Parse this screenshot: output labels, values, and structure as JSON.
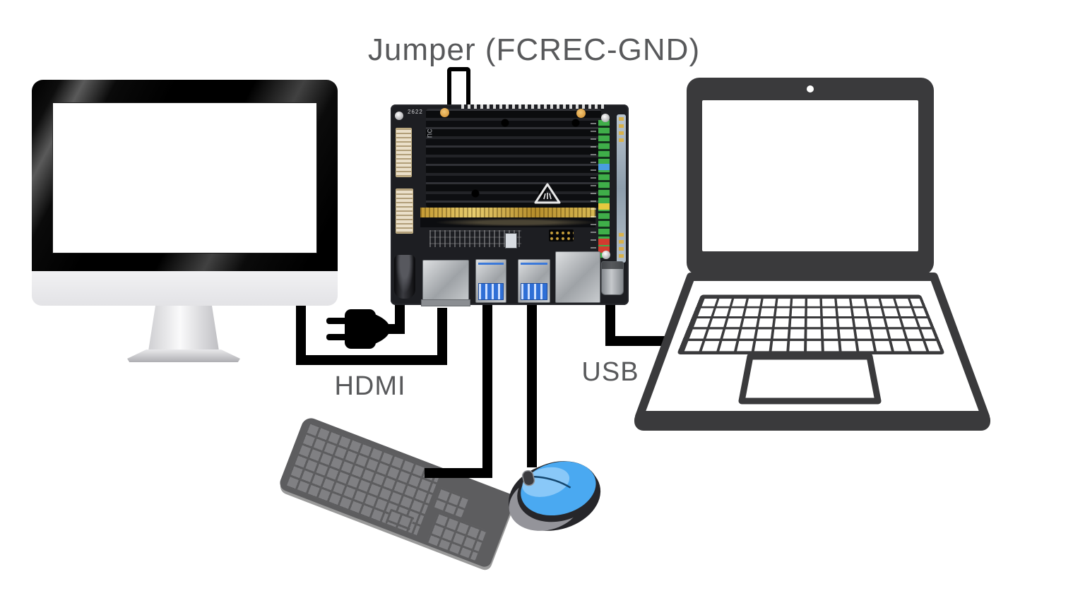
{
  "labels": {
    "title": "Jumper (FCREC-GND)",
    "hdmi": "HDMI",
    "usb": "USB"
  },
  "board": {
    "silkscreen": "2622",
    "heatsink_marking": "nc",
    "ports": [
      "dc-power-jack",
      "hdmi-port",
      "usb3-port-1",
      "usb3-port-2",
      "ethernet-port",
      "micro-usb-port"
    ],
    "connectors": [
      "camera-fpc-connector-0",
      "camera-fpc-connector-1",
      "gpio-40pin-header",
      "button-pin-header"
    ]
  },
  "devices": [
    "desktop-monitor",
    "developer-board",
    "laptop",
    "usb-keyboard",
    "usb-mouse",
    "power-plug"
  ],
  "connections": [
    {
      "from": "board-hdmi-port",
      "to": "desktop-monitor",
      "label": "HDMI"
    },
    {
      "from": "board-dc-power-jack",
      "to": "power-plug",
      "label": ""
    },
    {
      "from": "board-usb3-port-1",
      "to": "usb-keyboard",
      "label": ""
    },
    {
      "from": "board-usb3-port-2",
      "to": "usb-mouse",
      "label": ""
    },
    {
      "from": "board-micro-usb-port",
      "to": "laptop",
      "label": "USB"
    },
    {
      "from": "board-button-pin-header",
      "to": "jumper-wire",
      "label": "Jumper (FCREC-GND)"
    }
  ],
  "colors": {
    "background": "#ffffff",
    "label_text": "#58595b",
    "cable": "#000000",
    "pcb": "#1d1e22",
    "heatsink": "#101114",
    "gold_edge": "#d3ab3f",
    "fpc_beige": "#eadfc9",
    "gpio_green": "#3fae49",
    "gpio_blue": "#4a9de0",
    "gpio_yellow": "#e5c93f",
    "gpio_red": "#d23b2f",
    "usb3_blue": "#2f6fd6",
    "laptop_dark": "#3a3a3c",
    "keyboard_gray": "#5d5d5f",
    "key_gray": "#808083",
    "mouse_blue": "#4aa9f1",
    "monitor_chin": "#e9e9eb"
  }
}
